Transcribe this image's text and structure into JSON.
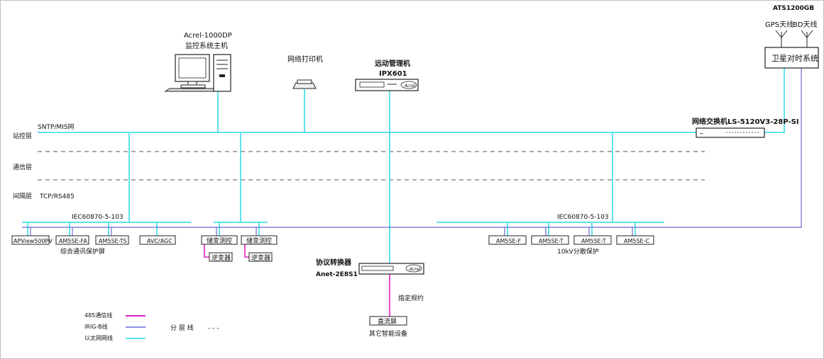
{
  "colors": {
    "ethernet": "#5fe3ec",
    "irig": "#6a6ad8",
    "rs485": "#e020c8",
    "dash": "#555555"
  },
  "top": {
    "host_name": "Acrel-1000DP",
    "host_desc": "监控系统主机",
    "printer": "网络打印机",
    "rtu_title": "远动管理机",
    "rtu_model": "IPX601",
    "brand": "Acrel",
    "ats_model": "ATS1200GB",
    "gps": "GPS天线",
    "bd": "BD天线",
    "sat_box": "卫星对时系统",
    "switch_label": "网络交换机LS-5120V3-28P-SI",
    "switch_mark": "~"
  },
  "layers": {
    "station": "站控层",
    "comm": "通信层",
    "bay": "间隔层",
    "sntp": "SNTP/MIS网",
    "tcp": "TCP/RS485"
  },
  "left_group": {
    "protocol": "IEC60870-5-103",
    "devices": [
      "APView500PV",
      "AM5SE-FA",
      "AM5SE-TS",
      "AVC/AGC"
    ],
    "caption": "综合通讯保护屏"
  },
  "mid_group": {
    "devices": [
      "储变测控",
      "储变测控"
    ],
    "sub": [
      "逆变器",
      "逆变器"
    ]
  },
  "right_group": {
    "protocol": "IEC60870-5-103",
    "devices": [
      "AM5SE-F",
      "AM5SE-T",
      "AM5SE-T",
      "AM5SE-C"
    ],
    "caption": "10kV分散保护"
  },
  "converter": {
    "title": "协议转换器",
    "model": "Anet-2E8S1",
    "brand": "Acrel",
    "protocol": "指定规约",
    "dc": "直流屏",
    "other": "其它智能设备"
  },
  "legend": {
    "rs485": "485通信线",
    "irig": "IRIG-B线",
    "eth": "以太网网线",
    "layer_line": "分 层 线",
    "layer_dash": "- - -"
  }
}
